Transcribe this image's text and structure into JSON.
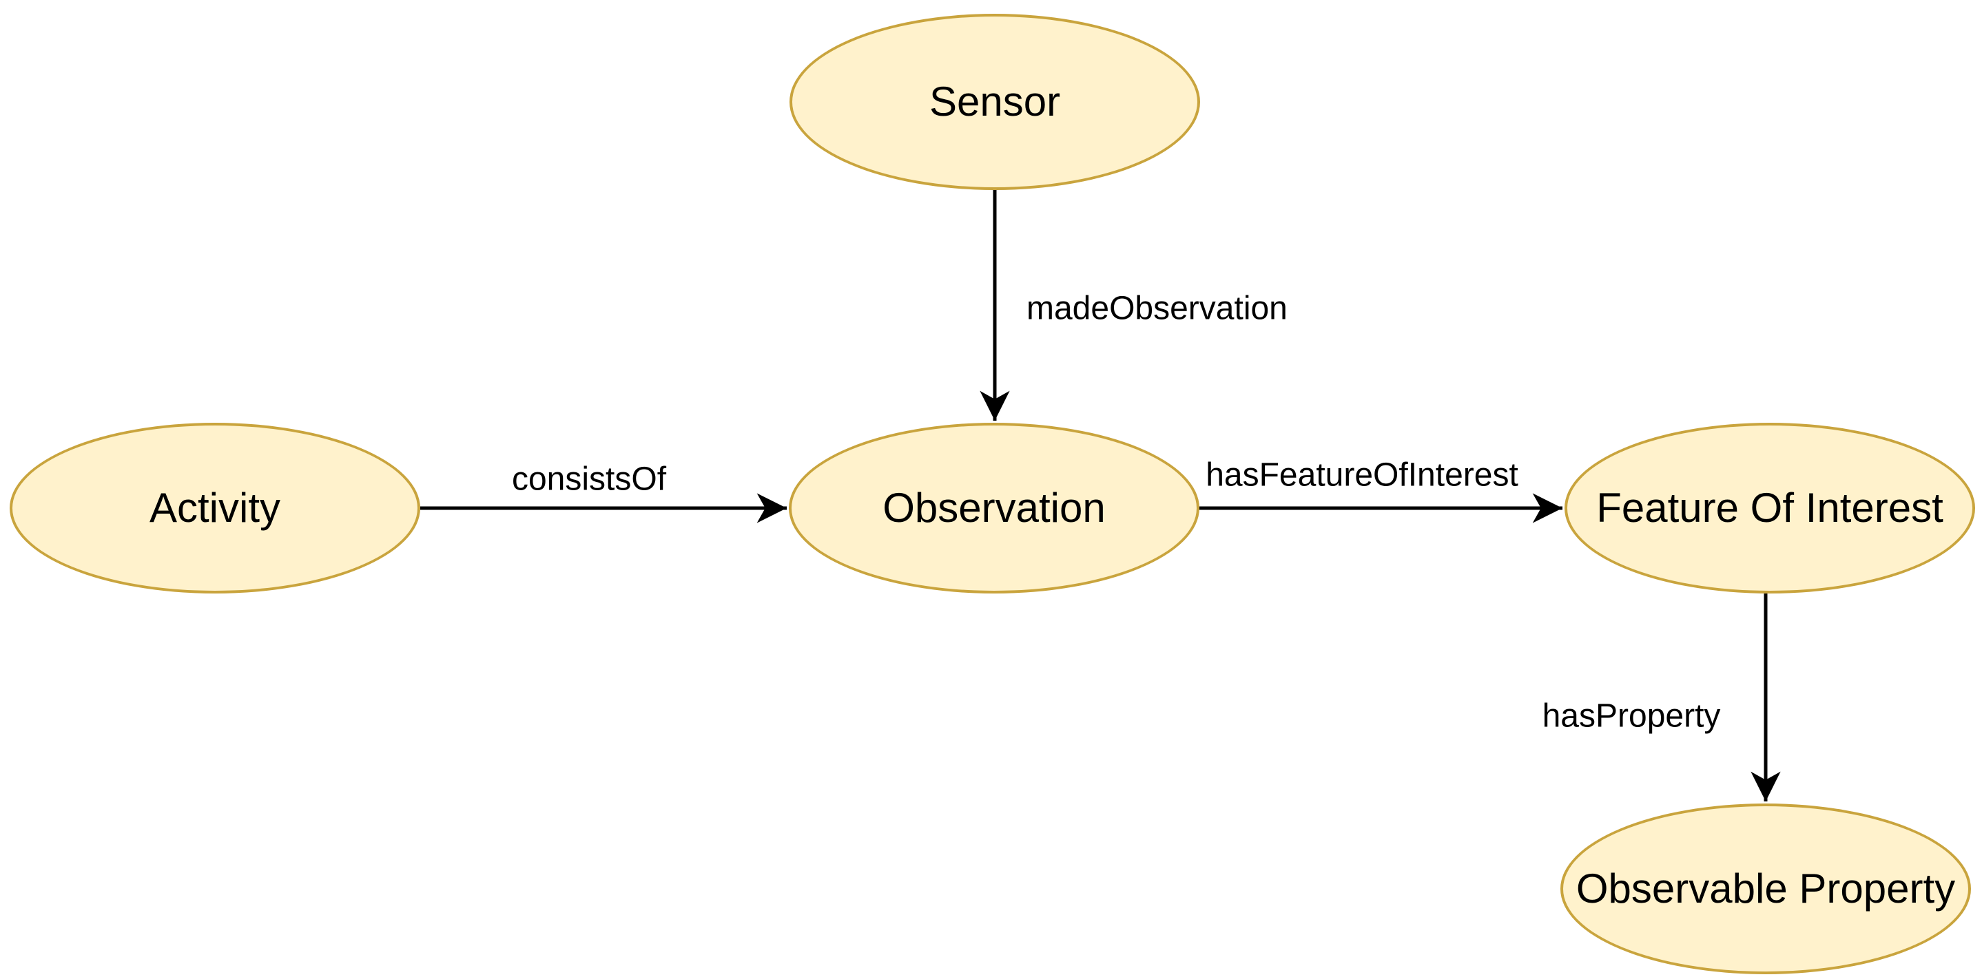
{
  "diagram": {
    "type": "ontology-graph",
    "colors": {
      "canvas_bg": "#ffffff",
      "node_fill": "#FFF2CC",
      "node_stroke": "#C9A43D",
      "edge_color": "#000000",
      "text_color": "#000000"
    },
    "nodes": [
      {
        "id": "sensor",
        "label": "Sensor"
      },
      {
        "id": "activity",
        "label": "Activity"
      },
      {
        "id": "observation",
        "label": "Observation"
      },
      {
        "id": "feature-of-interest",
        "label": "Feature Of Interest"
      },
      {
        "id": "observable-property",
        "label": "Observable Property"
      }
    ],
    "edges": [
      {
        "from": "Sensor",
        "to": "Observation",
        "label": "madeObservation"
      },
      {
        "from": "Activity",
        "to": "Observation",
        "label": "consistsOf"
      },
      {
        "from": "Observation",
        "to": "Feature Of Interest",
        "label": "hasFeatureOfInterest"
      },
      {
        "from": "Feature Of Interest",
        "to": "Observable Property",
        "label": "hasProperty"
      }
    ]
  }
}
